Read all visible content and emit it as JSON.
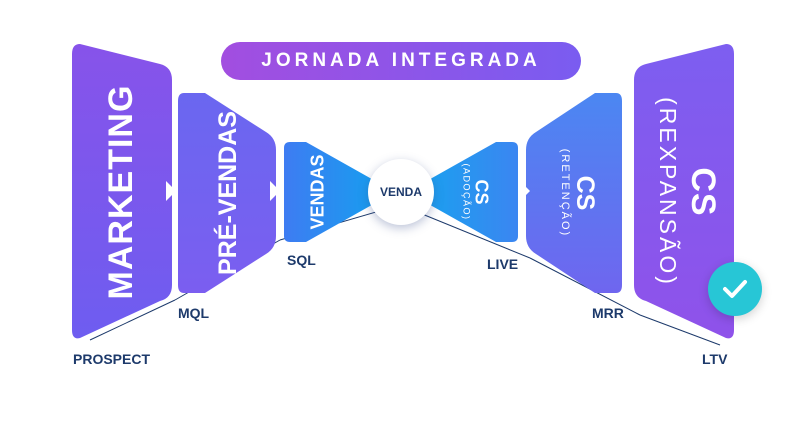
{
  "title": "JORNADA INTEGRADA",
  "stages": {
    "marketing": {
      "label": "MARKETING"
    },
    "pre_vendas": {
      "label": "PRÉ-VENDAS"
    },
    "vendas": {
      "label": "VENDAS"
    },
    "venda": {
      "label": "VENDA"
    },
    "cs_adocao": {
      "label": "CS",
      "sub": "(ADOÇÃO)"
    },
    "cs_retencao": {
      "label": "CS",
      "sub": "(RETENÇÃO)"
    },
    "cs_expansao": {
      "label": "CS",
      "sub": "(REXPANSÃO)"
    }
  },
  "metrics": {
    "prospect": "PROSPECT",
    "mql": "MQL",
    "sql": "SQL",
    "live": "LIVE",
    "mrr": "MRR",
    "ltv": "LTV"
  },
  "colors": {
    "purple": "#8a55ec",
    "blue": "#4b8cf2",
    "light_blue": "#1d9cf0",
    "check": "#27c6d6",
    "navy_text": "#1d3a6b"
  },
  "icons": {
    "check": "check-icon",
    "arrow": "arrow-right-icon"
  }
}
